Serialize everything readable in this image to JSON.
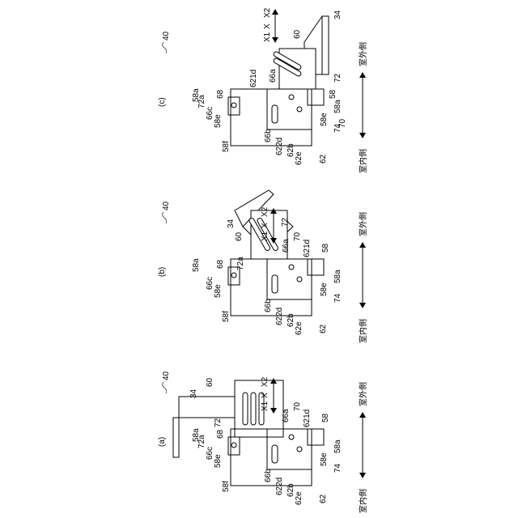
{
  "figure_ref": "40",
  "panels": [
    {
      "id": "a",
      "caption": "(a)",
      "labels": {
        "plate": "34",
        "assembly": "60",
        "vehicle_side": "72",
        "l_72a": "72a",
        "l_68": "68",
        "l_58a_top": "58a",
        "l_66c": "66c",
        "l_58e_top": "58e",
        "l_58f": "58f",
        "l_66b": "66b",
        "l_622d": "622d",
        "l_62b": "62b",
        "l_62e": "62e",
        "l_62": "62",
        "l_74": "74",
        "l_58e_bot": "58e",
        "l_58a_bot": "58a",
        "l_58": "58",
        "l_621d": "621d",
        "l_70": "70",
        "l_66a": "66a",
        "axis_x1": "X1",
        "axis_x": "X",
        "axis_x2": "X2"
      }
    },
    {
      "id": "b",
      "caption": "(b)",
      "labels": {
        "plate": "34",
        "assembly": "60",
        "vehicle_side": "72",
        "l_72a": "72a",
        "l_68": "68",
        "l_58a_top": "58a",
        "l_66c": "66c",
        "l_58e_top": "58e",
        "l_58f": "58f",
        "l_66b": "66b",
        "l_622d": "622d",
        "l_62b": "62b",
        "l_62e": "62e",
        "l_62": "62",
        "l_74": "74",
        "l_58e_bot": "58e",
        "l_58a_bot": "58a",
        "l_58": "58",
        "l_621d": "621d",
        "l_70": "70",
        "l_66a": "66a",
        "axis_x1": "X1",
        "axis_x": "X",
        "axis_x2": "X2"
      }
    },
    {
      "id": "c",
      "caption": "(c)",
      "labels": {
        "plate": "34",
        "assembly": "60",
        "vehicle_side": "72",
        "l_72a": "72a",
        "l_68": "68",
        "l_58a_top": "58a",
        "l_66c": "66c",
        "l_58e_top": "58e",
        "l_58f": "58f",
        "l_66b": "66b",
        "l_622d": "622d",
        "l_62b": "62b",
        "l_62e": "62e",
        "l_62": "62",
        "l_74": "74",
        "l_58e_bot": "58e",
        "l_58a_bot": "58a",
        "l_58": "58",
        "l_621d": "621d",
        "l_70": "70",
        "l_66a": "66a",
        "axis_x1": "X1",
        "axis_x": "X",
        "axis_x2": "X2"
      }
    }
  ],
  "direction": {
    "inside": "室内側",
    "outside": "室外側"
  }
}
